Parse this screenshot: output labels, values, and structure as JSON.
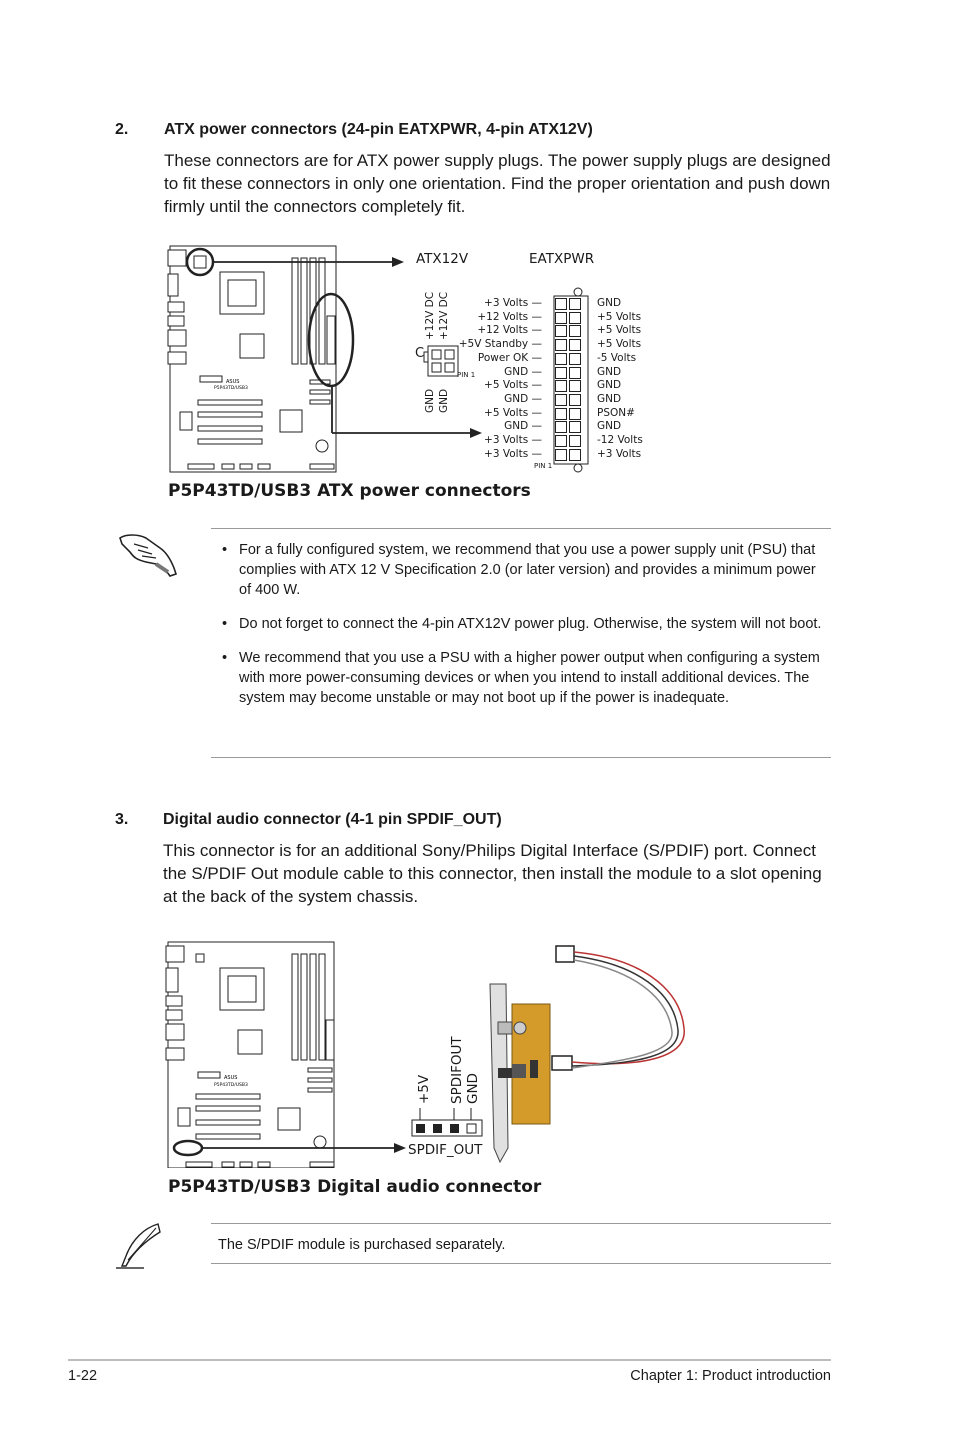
{
  "section2": {
    "number": "2.",
    "title": "ATX power connectors (24-pin EATXPWR, 4-pin ATX12V)",
    "body": "These connectors are for ATX power supply plugs. The power supply plugs are designed to fit these connectors in only one orientation. Find the proper orientation and push down firmly until the connectors completely fit."
  },
  "diagram1": {
    "board_label": "P5P43TD/USB3",
    "atx12v_label": "ATX12V",
    "eatxpwr_label": "EATXPWR",
    "atx12v_pins_top": [
      "+12V DC",
      "+12V DC"
    ],
    "atx12v_pins_bottom": [
      "GND",
      "GND"
    ],
    "atx12v_pin1": "PIN 1",
    "eatxpwr_left": [
      "+3 Volts",
      "+12 Volts",
      "+12 Volts",
      "+5V Standby",
      "Power OK",
      "GND",
      "+5 Volts",
      "GND",
      "+5 Volts",
      "GND",
      "+3 Volts",
      "+3 Volts"
    ],
    "eatxpwr_right": [
      "GND",
      "+5 Volts",
      "+5 Volts",
      "+5 Volts",
      "-5 Volts",
      "GND",
      "GND",
      "GND",
      "PSON#",
      "GND",
      "-12 Volts",
      "+3 Volts"
    ],
    "eatxpwr_pin1": "PIN 1",
    "caption": "P5P43TD/USB3 ATX power connectors"
  },
  "note1": {
    "icon": "hand-warning-icon",
    "items": [
      "For a fully configured system, we recommend that you use a power supply unit (PSU) that complies with ATX 12 V Specification 2.0 (or later version) and provides a minimum power of 400 W.",
      "Do not forget to connect the 4-pin ATX12V power plug. Otherwise, the system will not boot.",
      "We recommend that you use a PSU with a higher power output when configuring a system with more power-consuming devices or when you intend to install additional devices. The system may become unstable or may not boot up if the power is inadequate."
    ]
  },
  "section3": {
    "number": "3.",
    "title": "Digital audio connector (4-1 pin SPDIF_OUT)",
    "body": "This connector is for an additional Sony/Philips Digital Interface (S/PDIF) port. Connect the S/PDIF Out module cable to this connector, then install the module to a slot opening at the back of the system chassis."
  },
  "diagram2": {
    "board_label": "P5P43TD/USB3",
    "pins": [
      "+5V",
      "SPDIFOUT",
      "GND"
    ],
    "connector_label": "SPDIF_OUT",
    "caption": "P5P43TD/USB3 Digital audio connector"
  },
  "note2": {
    "icon": "feather-pen-icon",
    "text": "The S/PDIF module is purchased separately."
  },
  "footer": {
    "page": "1-22",
    "chapter": "Chapter 1: Product introduction"
  }
}
